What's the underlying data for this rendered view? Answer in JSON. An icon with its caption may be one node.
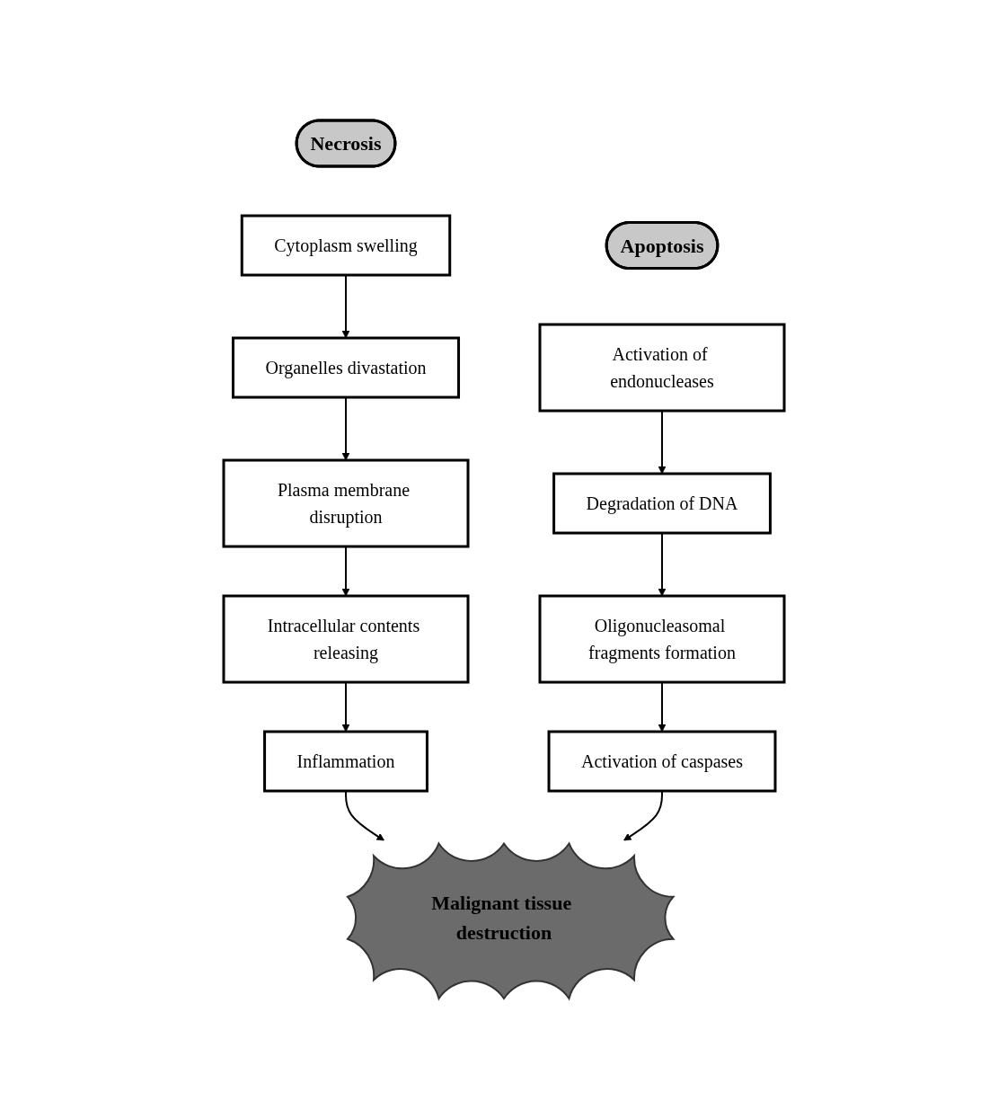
{
  "diagram": {
    "nodes": [
      {
        "text": [
          "Necrosis"
        ]
      },
      {
        "text": [
          "Apoptosis"
        ]
      },
      {
        "text": [
          "Cytoplasm swelling"
        ]
      },
      {
        "text": [
          "Organelles divastation"
        ]
      },
      {
        "text": [
          "Plasma membrane disruption"
        ]
      },
      {
        "text": [
          "Intracellular contents releasing"
        ]
      },
      {
        "text": [
          "Inflammation"
        ]
      },
      {
        "text": [
          "Activation of endonucleases"
        ]
      },
      {
        "text": [
          "Degradation of DNA"
        ]
      },
      {
        "text": [
          "Oligonucleasomal fragments formation"
        ]
      },
      {
        "text": [
          "Activation of caspases"
        ]
      },
      {
        "text": [
          "Malignant tissue destruction"
        ]
      }
    ],
    "edges": [
      {
        "from": 2,
        "to": 3,
        "arrow": "to"
      },
      {
        "from": 3,
        "to": 4,
        "arrow": "to"
      },
      {
        "from": 4,
        "to": 5,
        "arrow": "to"
      },
      {
        "from": 5,
        "to": 6,
        "arrow": "to"
      },
      {
        "from": 7,
        "to": 8,
        "arrow": "to"
      },
      {
        "from": 8,
        "to": 9,
        "arrow": "to"
      },
      {
        "from": 9,
        "to": 10,
        "arrow": "to"
      },
      {
        "from": 6,
        "to": 11,
        "arrow": "to"
      },
      {
        "from": 10,
        "to": 11,
        "arrow": "to"
      }
    ]
  }
}
